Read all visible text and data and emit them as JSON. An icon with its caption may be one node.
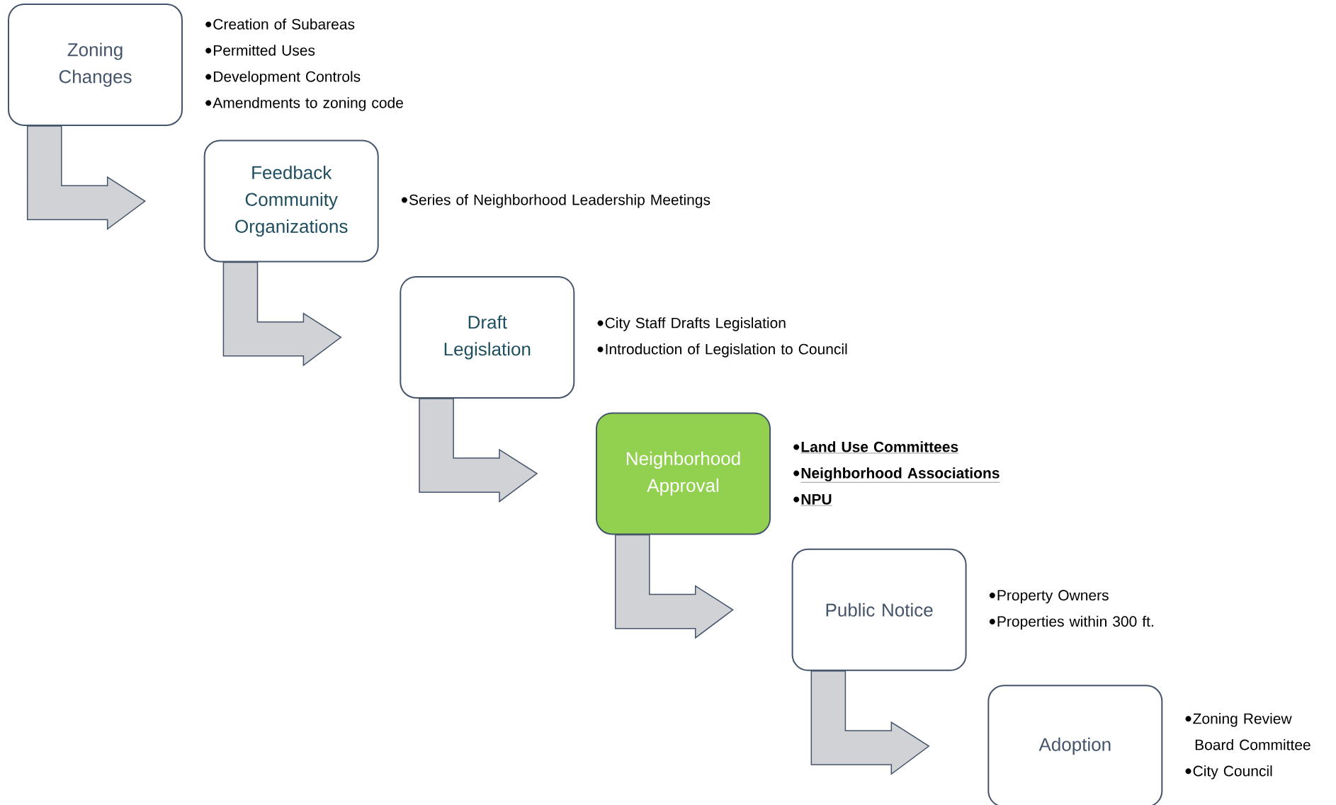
{
  "diagram": {
    "nodes": [
      {
        "text": [
          "Zoning Changes"
        ],
        "beside": [
          "Creation of Subareas",
          "Permitted Uses",
          "Development Controls",
          "Amendments to zoning code"
        ]
      },
      {
        "text": [
          "Feedback Community Organizations"
        ],
        "beside": [
          "Series of Neighborhood Leadership Meetings"
        ]
      },
      {
        "text": [
          "Draft Legislation"
        ],
        "beside": [
          "City Staff Drafts Legislation",
          "Introduction of Legislation to Council"
        ]
      },
      {
        "text": [
          "Neighborhood Approval"
        ],
        "beside": [
          "Land Use Committees",
          "Neighborhood Associations",
          "NPU"
        ]
      },
      {
        "text": [
          "Public Notice"
        ],
        "beside": [
          "Property Owners",
          "Properties within 300 ft."
        ]
      },
      {
        "text": [
          "Adoption"
        ],
        "beside": [
          "Zoning Review Board Committee",
          "City Council"
        ]
      }
    ],
    "edges": [
      {
        "from": 0,
        "to": 1,
        "arrow": "to"
      },
      {
        "from": 1,
        "to": 2,
        "arrow": "to"
      },
      {
        "from": 2,
        "to": 3,
        "arrow": "to"
      },
      {
        "from": 3,
        "to": 4,
        "arrow": "to"
      },
      {
        "from": 4,
        "to": 5,
        "arrow": "to"
      }
    ]
  }
}
